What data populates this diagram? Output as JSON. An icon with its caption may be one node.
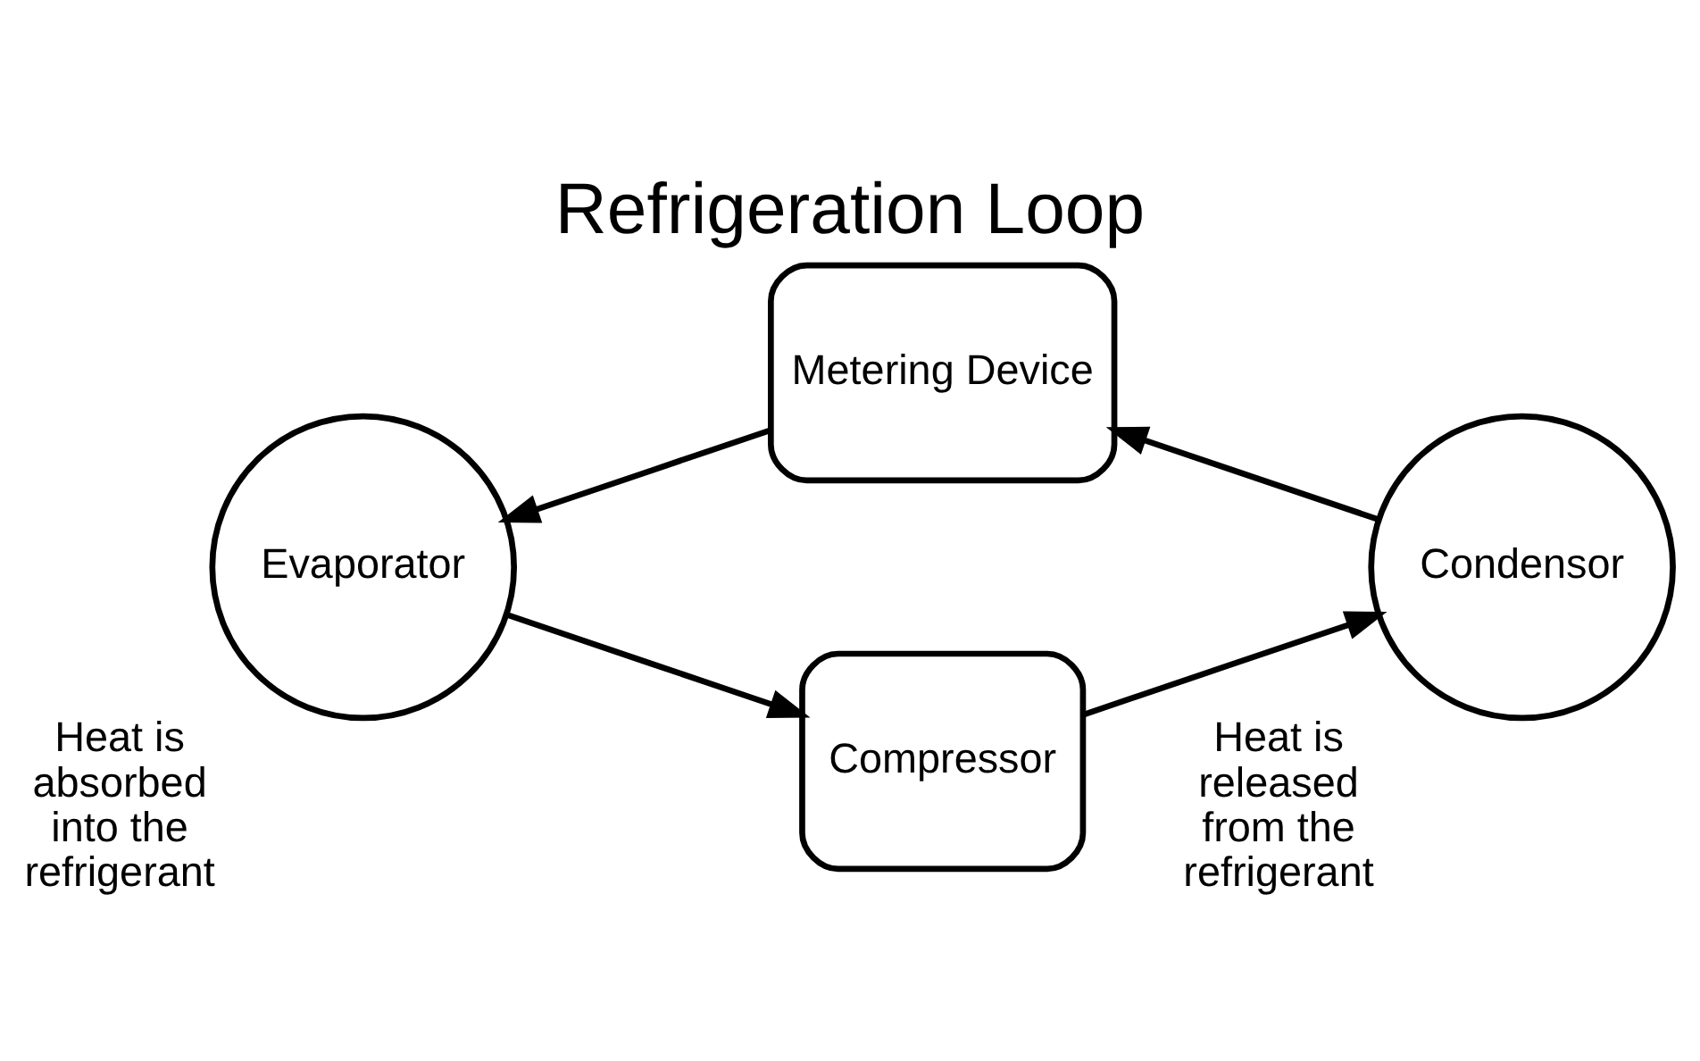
{
  "diagram": {
    "title": "Refrigeration Loop",
    "nodes": [
      {
        "text": [
          "Metering Device"
        ]
      },
      {
        "text": [
          "Evaporator"
        ],
        "beside": [
          "Heat is absorbed into the refrigerant"
        ]
      },
      {
        "text": [
          "Condensor"
        ],
        "beside": [
          "Heat is released from the refrigerant"
        ]
      },
      {
        "text": [
          "Compressor"
        ]
      }
    ],
    "edges": [
      {
        "from": 3,
        "to": 2,
        "arrow": "to"
      },
      {
        "from": 2,
        "to": 0,
        "arrow": "to"
      },
      {
        "from": 0,
        "to": 1,
        "arrow": "to"
      },
      {
        "from": 1,
        "to": 3,
        "arrow": "to"
      }
    ]
  }
}
